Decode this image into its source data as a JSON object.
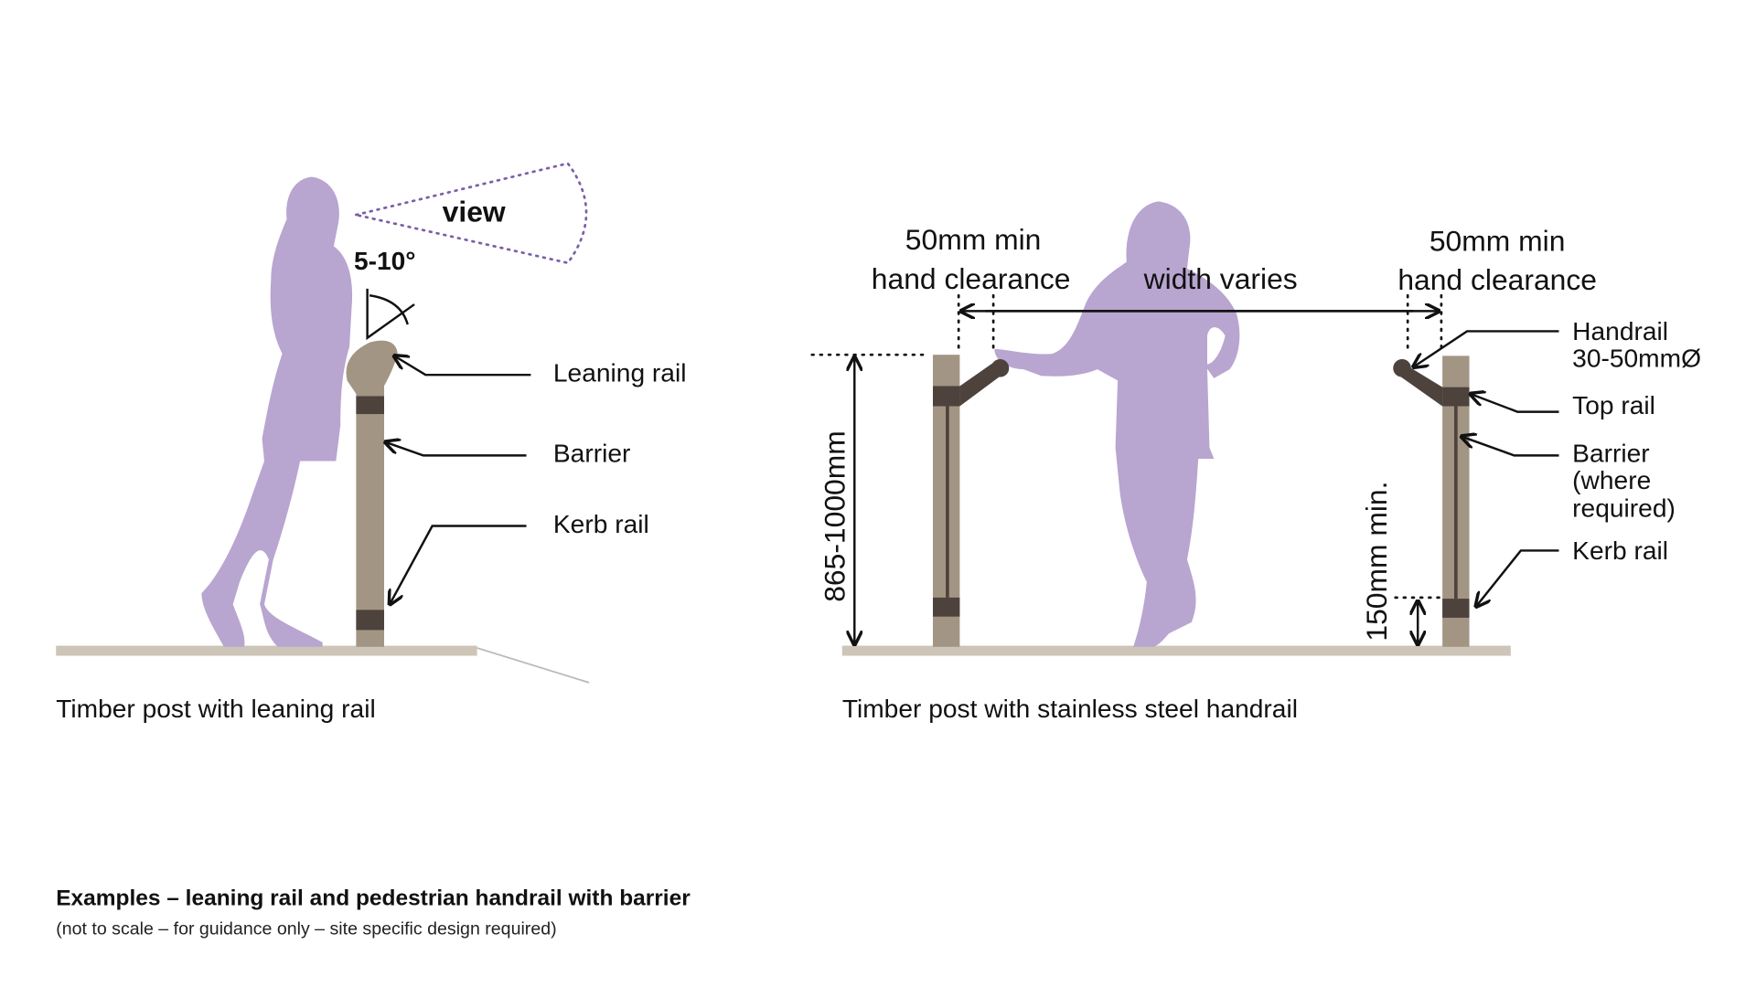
{
  "left_diagram": {
    "view_label": "view",
    "angle_label": "5-10°",
    "callouts": [
      "Leaning rail",
      "Barrier",
      "Kerb rail"
    ],
    "caption": "Timber post with leaning rail"
  },
  "right_diagram": {
    "clearance_left": [
      "50mm min",
      "hand clearance"
    ],
    "width_label": "width varies",
    "clearance_right": [
      "50mm min",
      "hand clearance"
    ],
    "height_label": "865-1000mm",
    "kerb_height_label": "150mm min.",
    "callouts": {
      "handrail": [
        "Handrail",
        "30-50mmØ"
      ],
      "top_rail": "Top rail",
      "barrier": [
        "Barrier",
        "(where",
        "required)"
      ],
      "kerb_rail": "Kerb rail"
    },
    "caption": "Timber post with stainless steel handrail"
  },
  "footer": {
    "title": "Examples – leaning rail and pedestrian handrail with barrier",
    "subtitle": "(not to scale – for guidance only – site specific design required)"
  },
  "colors": {
    "silhouette": "#b8a5d0",
    "post": "#a39583",
    "band": "#4e423d",
    "ground": "#cdc5b8"
  }
}
